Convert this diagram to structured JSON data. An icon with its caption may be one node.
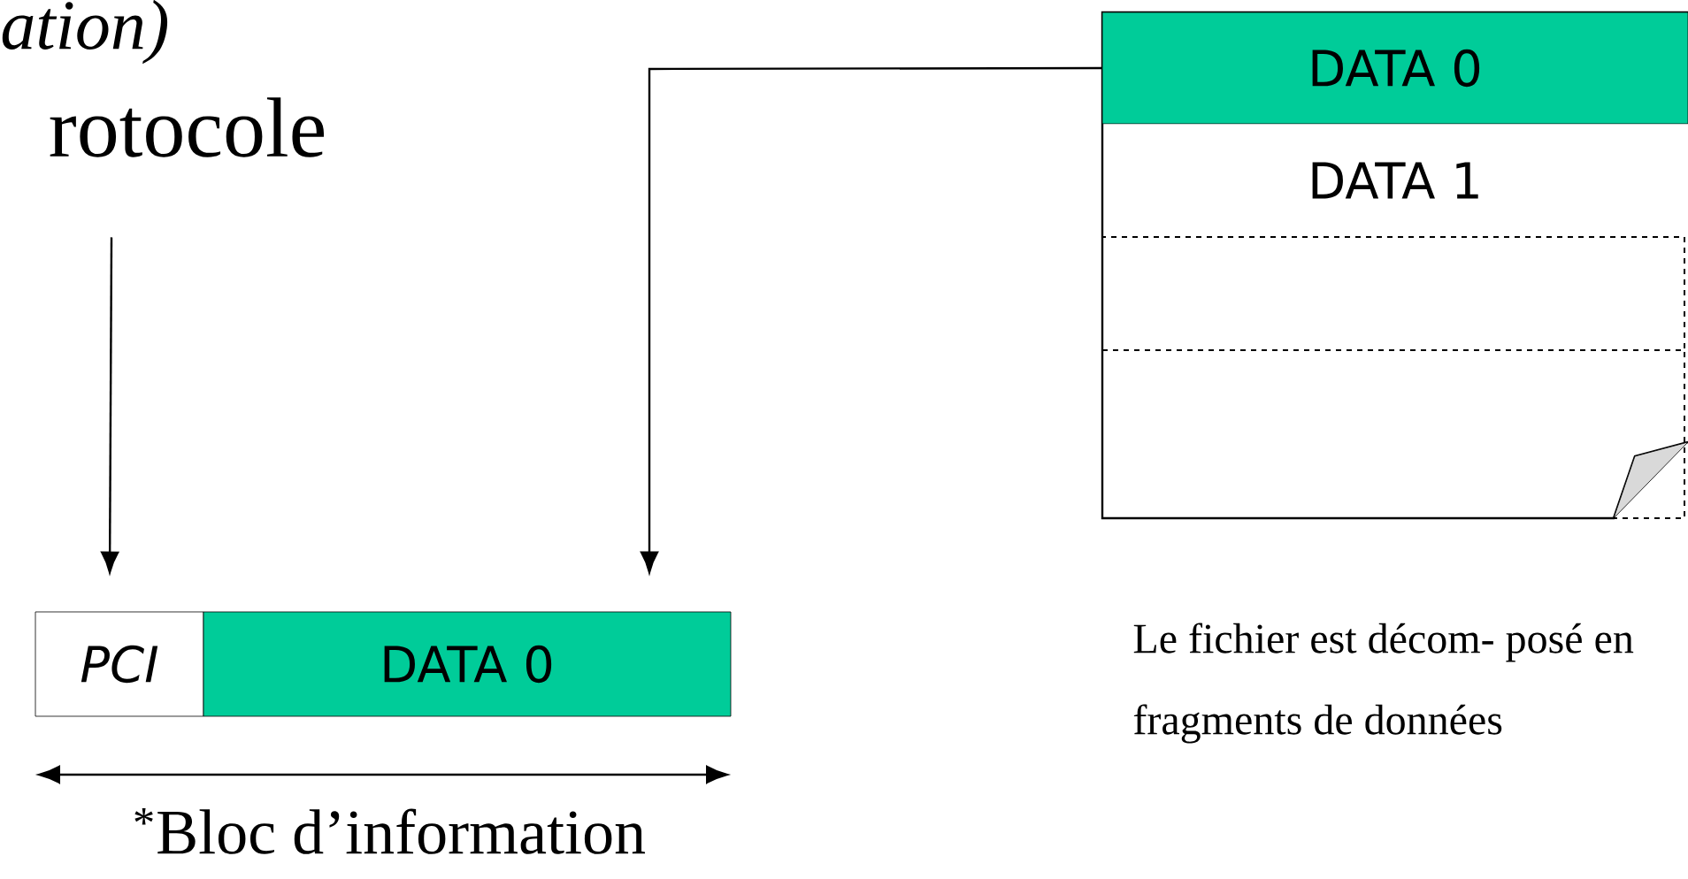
{
  "diagram": {
    "nodes": [
      {
        "text": [
          "rotocole"
        ]
      },
      {
        "text": [],
        "shape": "box",
        "beside": [
          "Le fichier est décom- posé en fragments de données"
        ]
      },
      {
        "text": [
          "DATA 0"
        ],
        "in": 1
      },
      {
        "text": [
          "DATA 1"
        ],
        "in": 1
      },
      {
        "text": [],
        "shape": "box",
        "in": 1
      },
      {
        "text": [],
        "shape": "box",
        "in": 1
      },
      {
        "text": [
          "PCI"
        ]
      },
      {
        "text": [
          "DATA 0"
        ]
      }
    ],
    "edges": [
      {
        "from": 0,
        "to": 6,
        "arrow": "to"
      },
      {
        "from": 2,
        "to": 7,
        "arrow": "to"
      }
    ],
    "labels": [
      "ation)",
      "$^{*}$Bloc d’information"
    ]
  }
}
